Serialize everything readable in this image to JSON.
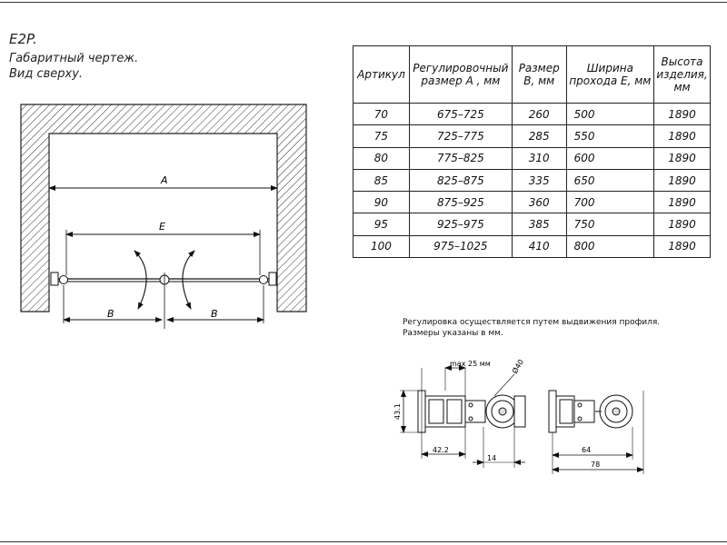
{
  "title": {
    "code": "E2P.",
    "line1": "Габаритный чертеж.",
    "line2": "Вид сверху."
  },
  "table": {
    "headers": [
      "Артикул",
      "Регулировочный размер А , мм",
      "Размер В, мм",
      "Ширина прохода Е, мм",
      "Высота изделия, мм"
    ],
    "rows": [
      [
        "70",
        "675–725",
        "260",
        "500",
        "1890"
      ],
      [
        "75",
        "725–775",
        "285",
        "550",
        "1890"
      ],
      [
        "80",
        "775–825",
        "310",
        "600",
        "1890"
      ],
      [
        "85",
        "825–875",
        "335",
        "650",
        "1890"
      ],
      [
        "90",
        "875–925",
        "360",
        "700",
        "1890"
      ],
      [
        "95",
        "925–975",
        "385",
        "750",
        "1890"
      ],
      [
        "100",
        "975–1025",
        "410",
        "800",
        "1890"
      ]
    ]
  },
  "plan": {
    "dim_a": "A",
    "dim_e": "E",
    "dim_b_left": "B",
    "dim_b_right": "B"
  },
  "note": {
    "line1": "Регулировка осуществляется путем выдвижения профиля.",
    "line2": "Размеры указаны в мм."
  },
  "profile": {
    "max_label": "max 25 мм",
    "diameter": "Ø40",
    "height": "43.1",
    "left_width": "42.2",
    "gap": "14",
    "inner_width": "64",
    "outer_width": "78"
  }
}
